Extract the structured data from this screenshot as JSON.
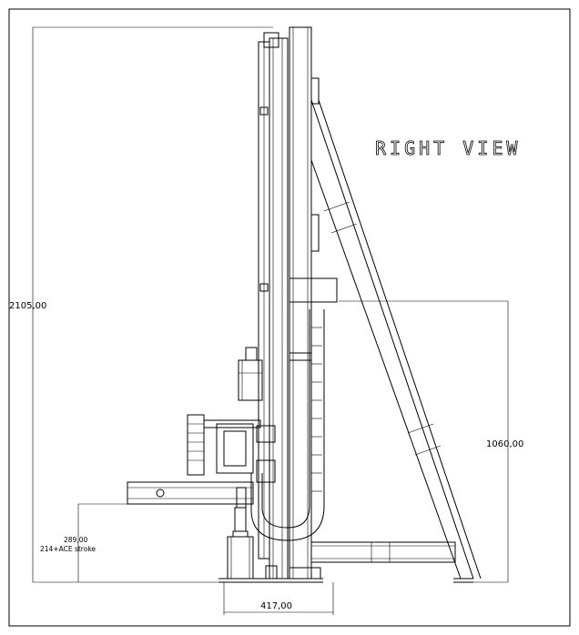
{
  "view": {
    "title": "RIGHT VIEW"
  },
  "dimensions": {
    "overall_height": "2105,00",
    "column_height": "1060,00",
    "base_height": "289,00",
    "stroke_note": "214+ACE stroke",
    "base_width": "417,00"
  }
}
